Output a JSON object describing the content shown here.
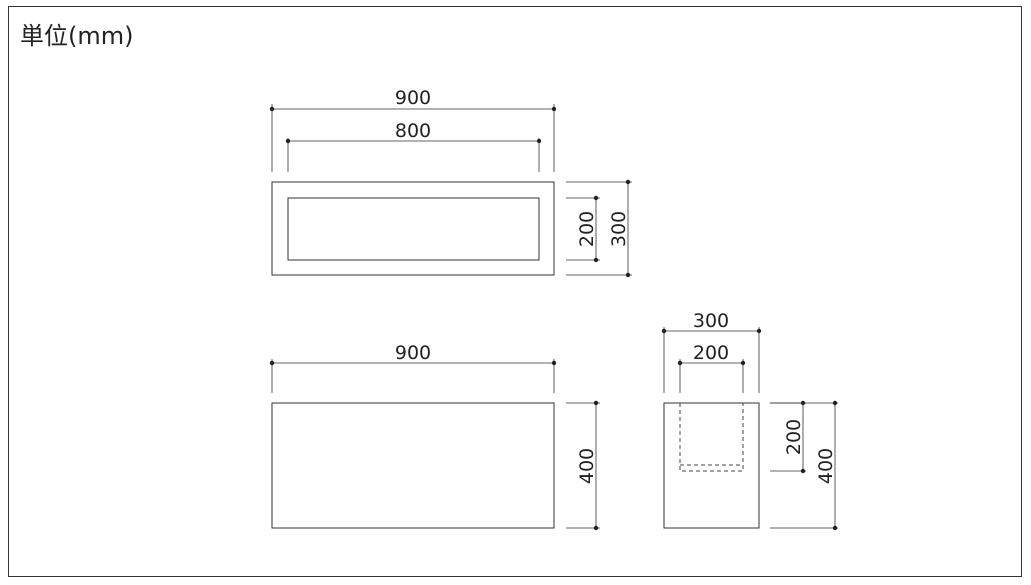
{
  "unit_label": "単位(mm)",
  "top_view": {
    "outer_width": "900",
    "inner_width": "800",
    "inner_depth": "200",
    "outer_depth": "300"
  },
  "front_view": {
    "width": "900",
    "height": "400"
  },
  "side_view": {
    "outer_width": "300",
    "inner_width": "200",
    "inner_depth": "200",
    "height": "400"
  }
}
